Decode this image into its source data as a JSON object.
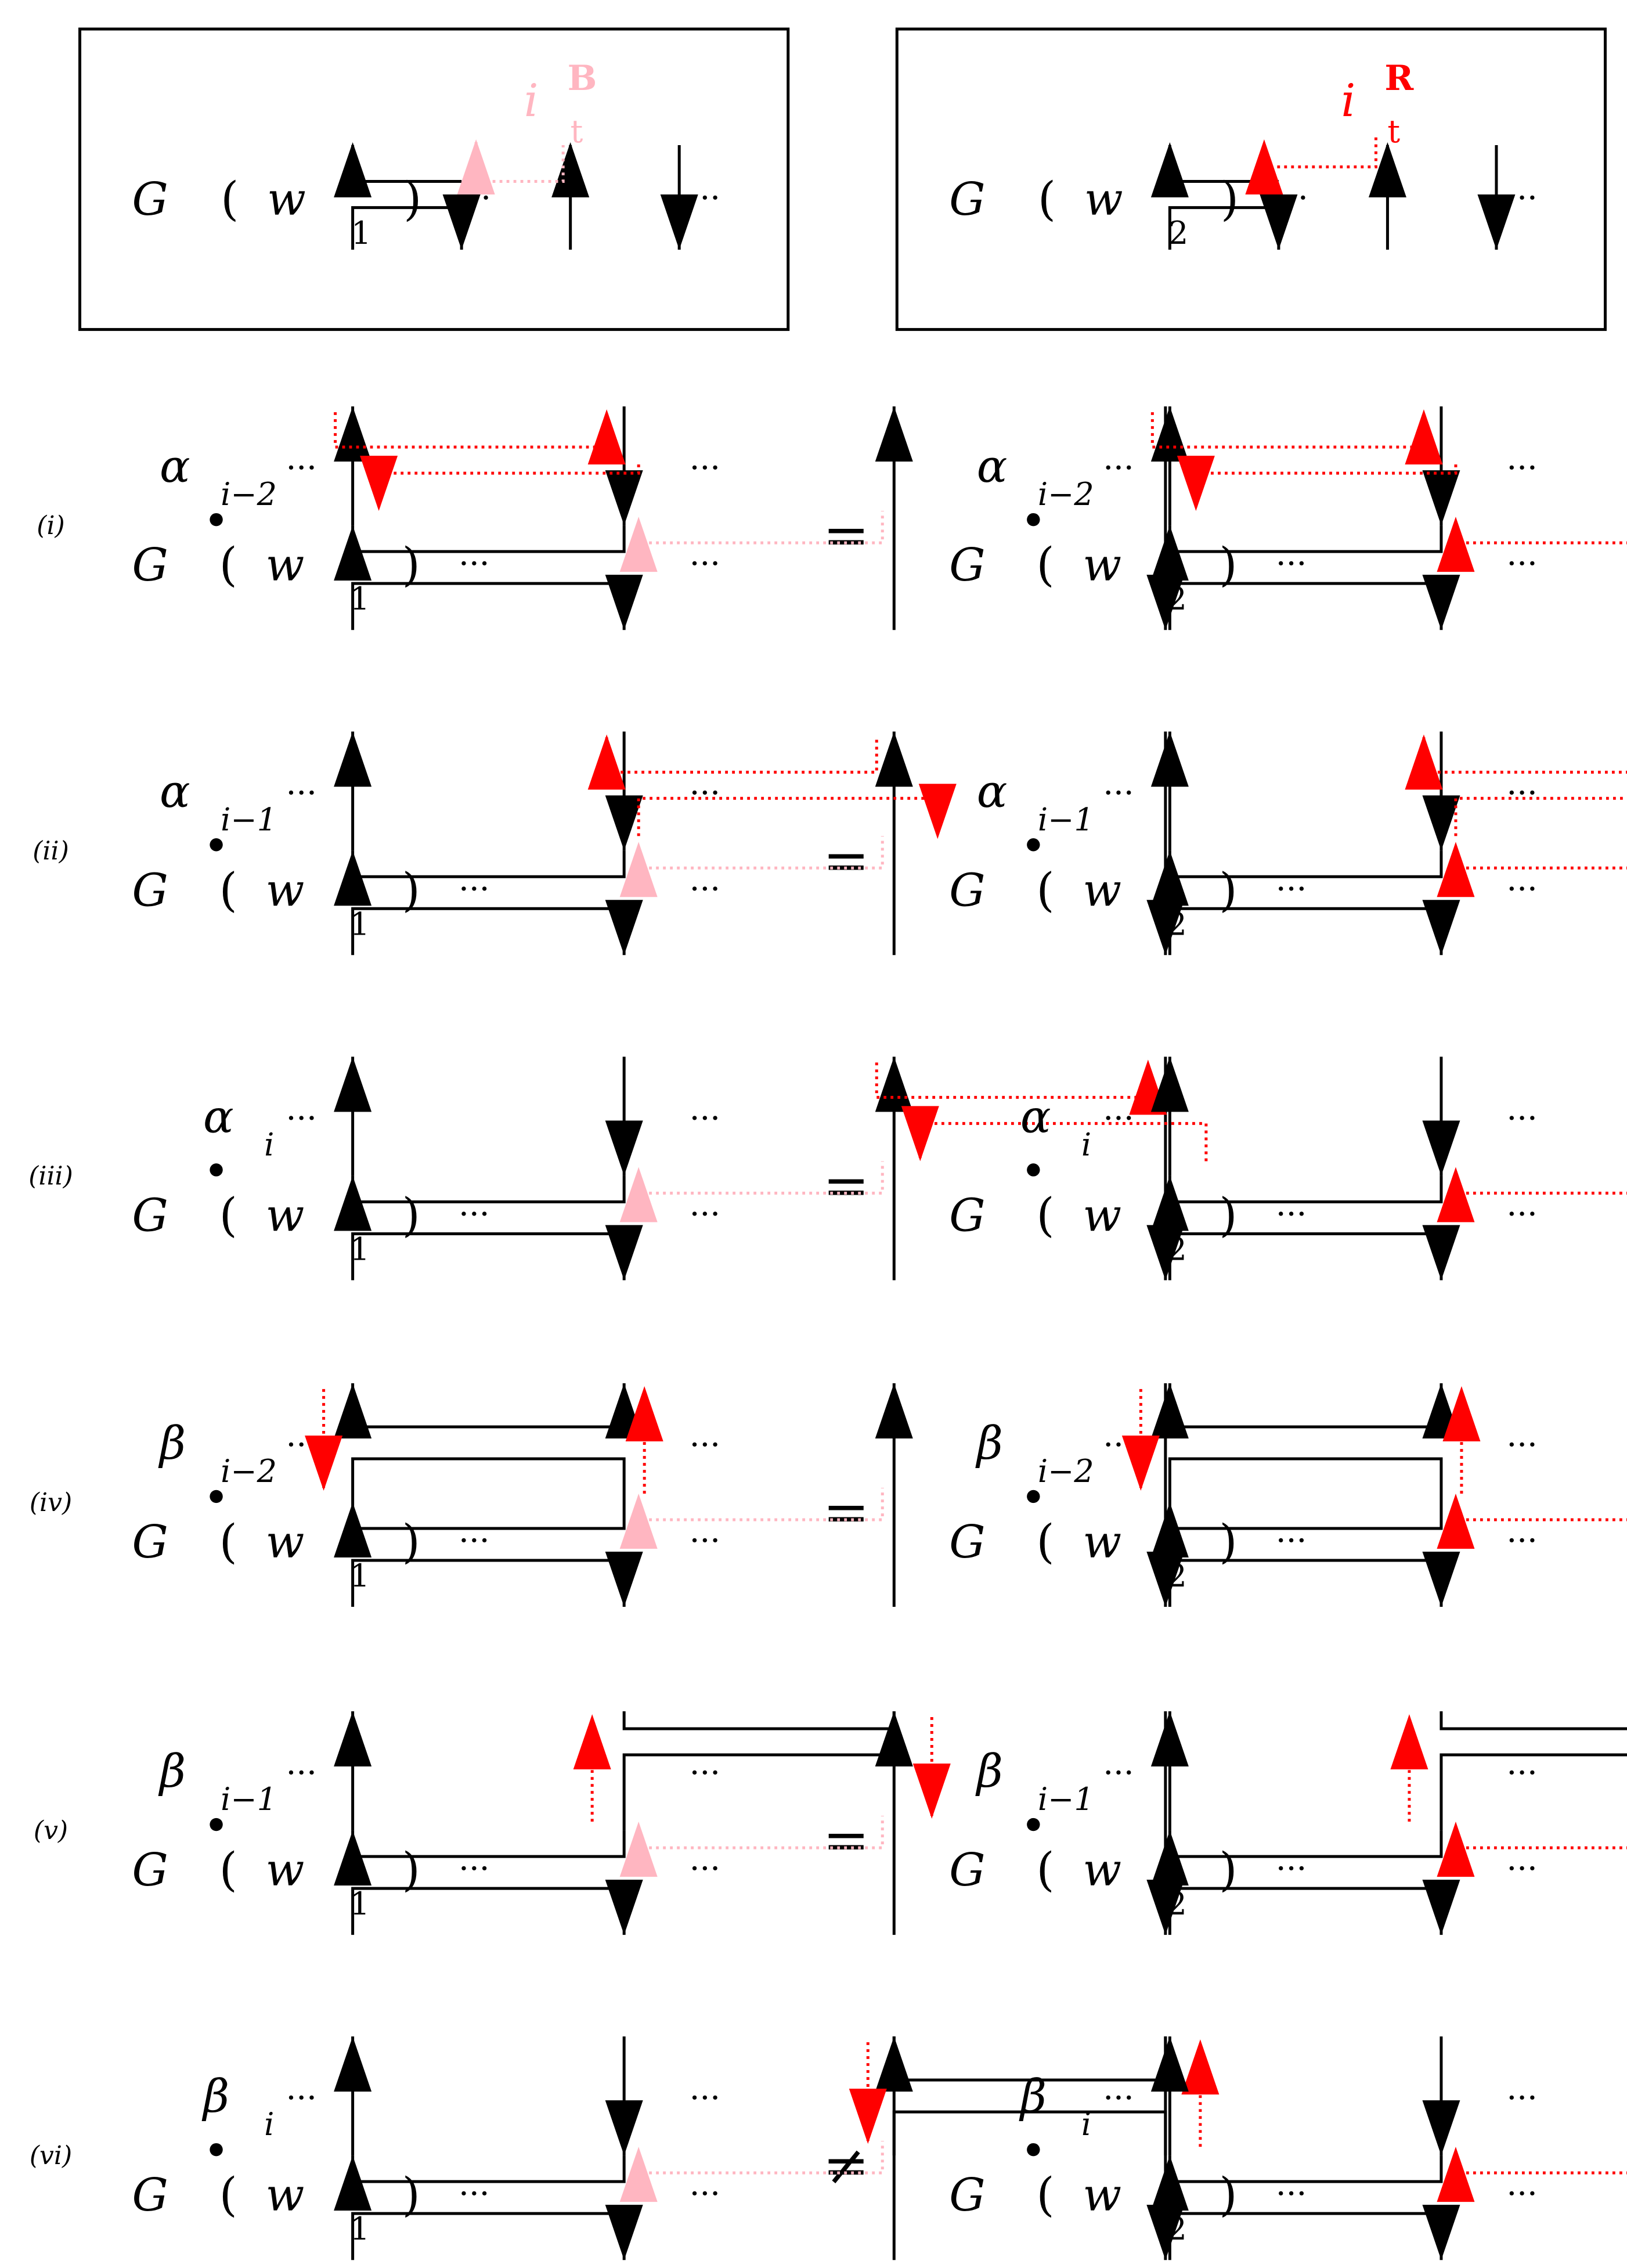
{
  "figure": {
    "header": [
      {
        "label_main": "G",
        "label_var": "w",
        "label_sub": "1",
        "dots": "···",
        "marker_letter": "B",
        "marker_i": "i",
        "marker_t": "t",
        "marker_color": "#ffb6c1"
      },
      {
        "label_main": "G",
        "label_var": "w",
        "label_sub": "2",
        "dots": "···",
        "marker_letter": "R",
        "marker_i": "i",
        "marker_t": "t",
        "marker_color": "#ff0000"
      }
    ],
    "rows": [
      {
        "id": "i",
        "row_label": "(i)",
        "gen_letter": "α",
        "gen_sub": "i−2",
        "relation": "="
      },
      {
        "id": "ii",
        "row_label": "(ii)",
        "gen_letter": "α",
        "gen_sub": "i−1",
        "relation": "="
      },
      {
        "id": "iii",
        "row_label": "(iii)",
        "gen_letter": "α",
        "gen_sub": "i",
        "relation": "="
      },
      {
        "id": "iv",
        "row_label": "(iv)",
        "gen_letter": "β",
        "gen_sub": "i−2",
        "relation": "="
      },
      {
        "id": "v",
        "row_label": "(v)",
        "gen_letter": "β",
        "gen_sub": "i−1",
        "relation": "="
      },
      {
        "id": "vi",
        "row_label": "(vi)",
        "gen_letter": "β",
        "gen_sub": "i",
        "relation": "≠"
      }
    ],
    "word_labels": [
      {
        "main": "G",
        "var": "w",
        "sub": "1"
      },
      {
        "main": "G",
        "var": "w",
        "sub": "2"
      }
    ],
    "dots": "···",
    "bullet": "•",
    "colors": {
      "ink": "#000000",
      "red": "#ff0000",
      "pink": "#ffb6c1",
      "background": "#ffffff"
    }
  }
}
